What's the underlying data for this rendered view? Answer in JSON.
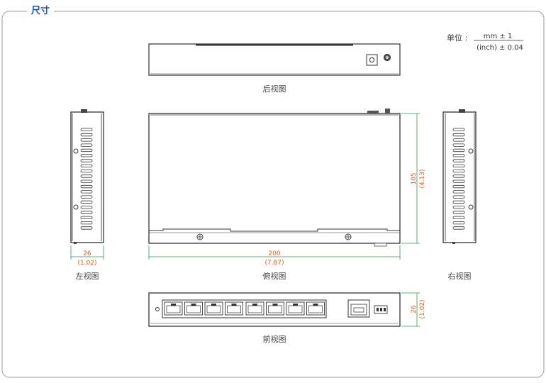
{
  "section": {
    "title": "尺寸"
  },
  "unit": {
    "label": "单位 :",
    "numerator": "mm ± 1",
    "denominator": "(inch) ± 0.04"
  },
  "views": {
    "rear": "后视图",
    "left": "左视图",
    "top": "俯视图",
    "right": "右视图",
    "front": "前视图"
  },
  "dimensions": {
    "height_mm": "105",
    "height_in": "(4.13)",
    "depth_left_mm": "26",
    "depth_left_in": "(1.02)",
    "width_mm": "200",
    "width_in": "(7.87)",
    "front_h_mm": "26",
    "front_h_in": "(1.02)"
  },
  "colors": {
    "title": "#1a56a8",
    "dim_line": "#2e9a4a",
    "dim_text": "#e05a1c",
    "outline": "#333333"
  },
  "ports": {
    "rj45_count": 8
  }
}
